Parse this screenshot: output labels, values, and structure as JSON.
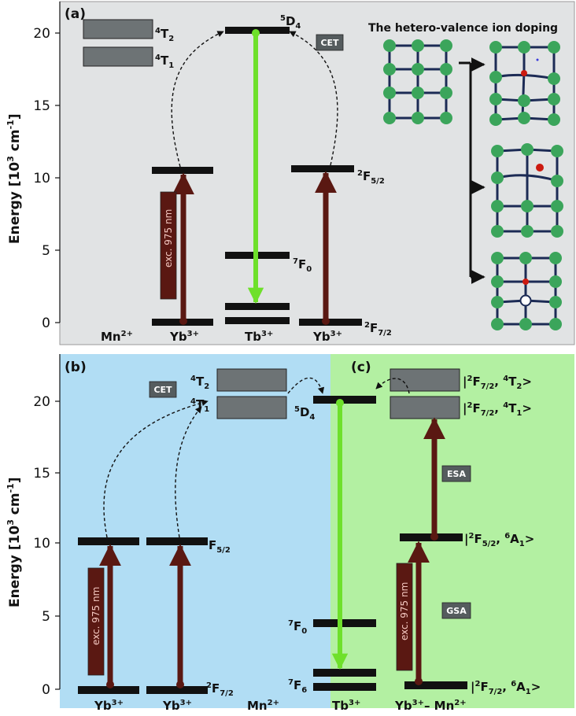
{
  "colors": {
    "panel_a_bg": "#e1e3e4",
    "panel_b_bg": "#b1ddf4",
    "panel_c_bg": "#b3f0a2",
    "level": "#111111",
    "arrow_dark": "#5a1812",
    "arrow_green": "#6ee02b",
    "lattice_node": "#3ba55b",
    "lattice_edge": "#1c2b55",
    "dopant_red": "#cc1a10",
    "box_fill": "#6d7375",
    "tag_fill": "#555c5e"
  },
  "axis": {
    "ylabel": "Energy [10",
    "ylabel_sup": "3",
    "ylabel_cm": " cm",
    "ylabel_sup2": "-1",
    "ylabel_close": "]",
    "ticks": [
      "0",
      "5",
      "10",
      "15",
      "20"
    ]
  },
  "panel_a": {
    "tag": "(a)",
    "title": "The hetero-valence ion doping",
    "cet": "CET",
    "exc": "exc. 975 nm",
    "species": [
      "Mn",
      "Yb",
      "Tb",
      "Yb"
    ],
    "charges": [
      "2+",
      "3+",
      "3+",
      "3+"
    ],
    "mn_levels": [
      "4",
      "T",
      "2",
      "4",
      "T",
      "1"
    ],
    "tb_5d4": [
      "5",
      "D",
      "4"
    ],
    "tb_7f0": [
      "7",
      "F",
      "0"
    ],
    "yb_2f52": [
      "2",
      "F",
      "5/2"
    ],
    "yb_2f72": [
      "2",
      "F",
      "7/2"
    ]
  },
  "panel_b": {
    "tag": "(b)",
    "cet": "CET",
    "exc": "exc. 975 nm",
    "species": [
      "Yb",
      "Yb",
      "Mn",
      "Tb"
    ],
    "charges": [
      "3+",
      "3+",
      "2+",
      "3+"
    ],
    "mn_4t2": [
      "4",
      "T",
      "2"
    ],
    "mn_4t1": [
      "4",
      "T",
      "1"
    ],
    "tb_5d4": [
      "5",
      "D",
      "4"
    ],
    "tb_7f0": [
      "7",
      "F",
      "0"
    ],
    "tb_7f6": [
      "7",
      "F",
      "6"
    ],
    "yb_2f52": [
      "2",
      "F",
      "5/2"
    ],
    "yb_2f72": [
      "2",
      "F",
      "7/2"
    ]
  },
  "panel_c": {
    "tag": "(c)",
    "esa": "ESA",
    "gsa": "GSA",
    "exc": "exc. 975 nm",
    "species": "Yb",
    "charge1": "3+",
    "dash": "– Mn",
    "charge2": "2+",
    "state_top": [
      "|",
      "2",
      "F",
      "7/2",
      ", ",
      "4",
      "T",
      "2",
      ">"
    ],
    "state_second": [
      "|",
      "2",
      "F",
      "7/2",
      ", ",
      "4",
      "T",
      "1",
      ">"
    ],
    "state_mid": [
      "|",
      "2",
      "F",
      "5/2",
      ", ",
      "6",
      "A",
      "1",
      ">"
    ],
    "state_ground": [
      "|",
      "2",
      "F",
      "7/2",
      ", ",
      "6",
      "A",
      "1",
      ">"
    ]
  }
}
